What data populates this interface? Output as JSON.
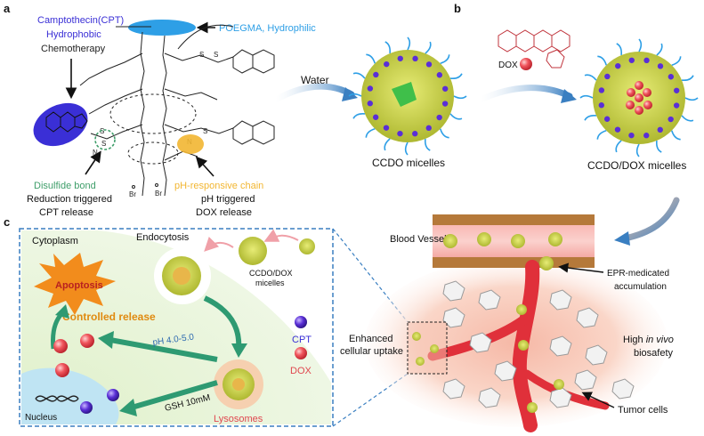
{
  "panels": {
    "a": "a",
    "b": "b",
    "c": "c"
  },
  "panel_a": {
    "cpt_title": "Camptothecin(CPT)",
    "cpt_prop": "Hydrophobic",
    "cpt_use": "Chemotherapy",
    "poegma": "POEGMA, Hydrophilic",
    "disulfide": "Disulfide bond",
    "disulfide_desc1": "Reduction triggered",
    "disulfide_desc2": "CPT release",
    "ph_chain": "pH-responsive chain",
    "ph_desc1": "pH triggered",
    "ph_desc2": "DOX release",
    "atoms": {
      "br": "Br",
      "s": "S",
      "n": "N"
    }
  },
  "panel_b": {
    "water": "Water",
    "dox": "DOX",
    "ccdo": "CCDO micelles",
    "ccdo_dox": "CCDO/DOX micelles"
  },
  "panel_c": {
    "cytoplasm": "Cytoplasm",
    "endocytosis": "Endocytosis",
    "micelles_l1": "CCDO/DOX",
    "micelles_l2": "micelles",
    "apoptosis": "Apoptosis",
    "controlled_release": "Controlled release",
    "ph_range": "pH 4.0-5.0",
    "gsh": "GSH 10mM",
    "nucleus": "Nucleus",
    "lysosomes": "Lysosomes",
    "legend_cpt": "CPT",
    "legend_dox": "DOX",
    "blood_vessel": "Blood Vessel",
    "epr_l1": "EPR-medicated",
    "epr_l2": "accumulation",
    "uptake_l1": "Enhanced",
    "uptake_l2": "cellular uptake",
    "biosafety_l1a": "High ",
    "biosafety_l1b": "in vivo",
    "biosafety_l2": "biosafety",
    "tumor_cells": "Tumor cells"
  },
  "colors": {
    "cpt_blue": "#3a2fd6",
    "poegma_blue": "#2e9fe6",
    "disulfide_green": "#3f9e6a",
    "ph_yellow": "#f2b632",
    "dox_red": "#e0474f",
    "micelle_yellow": "#c8cf3a",
    "arrow_blue": "#3a7fc1",
    "apoptosis_orange": "#f28c1c",
    "controlled_orange": "#e08a10"
  }
}
